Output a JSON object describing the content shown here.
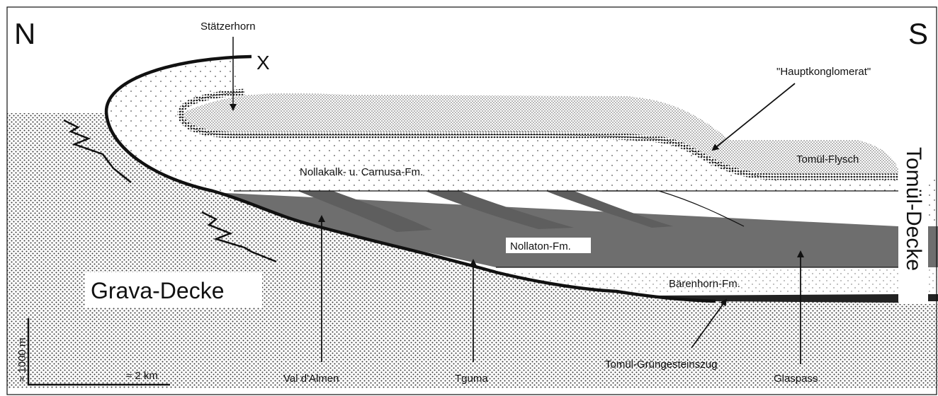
{
  "compass": {
    "north": "N",
    "south": "S"
  },
  "labels": {
    "staetzerhorn": "Stätzerhorn",
    "x_marker": "X",
    "hauptkonglomerat": "\"Hauptkonglomerat\"",
    "tomuel_flysch": "Tomül-Flysch",
    "nollakalk": "Nollakalk- u. Carnusa-Fm.",
    "nollaton": "Nollaton-Fm.",
    "baerenhorn": "Bärenhorn-Fm.",
    "tomuel_decke": "Tomül-Decke",
    "grava_decke": "Grava-Decke",
    "val_dalmen": "Val d'Almen",
    "tguma": "Tguma",
    "gruengestein": "Tomül-Grüngesteinszug",
    "glaspass": "Glaspass"
  },
  "scale": {
    "vertical": "≈ 1000 m",
    "horizontal": "≈ 2 km"
  },
  "colors": {
    "ink": "#111111",
    "nollaton_fill": "#6e6e6e",
    "grava_dots": "#3a3a3a"
  }
}
